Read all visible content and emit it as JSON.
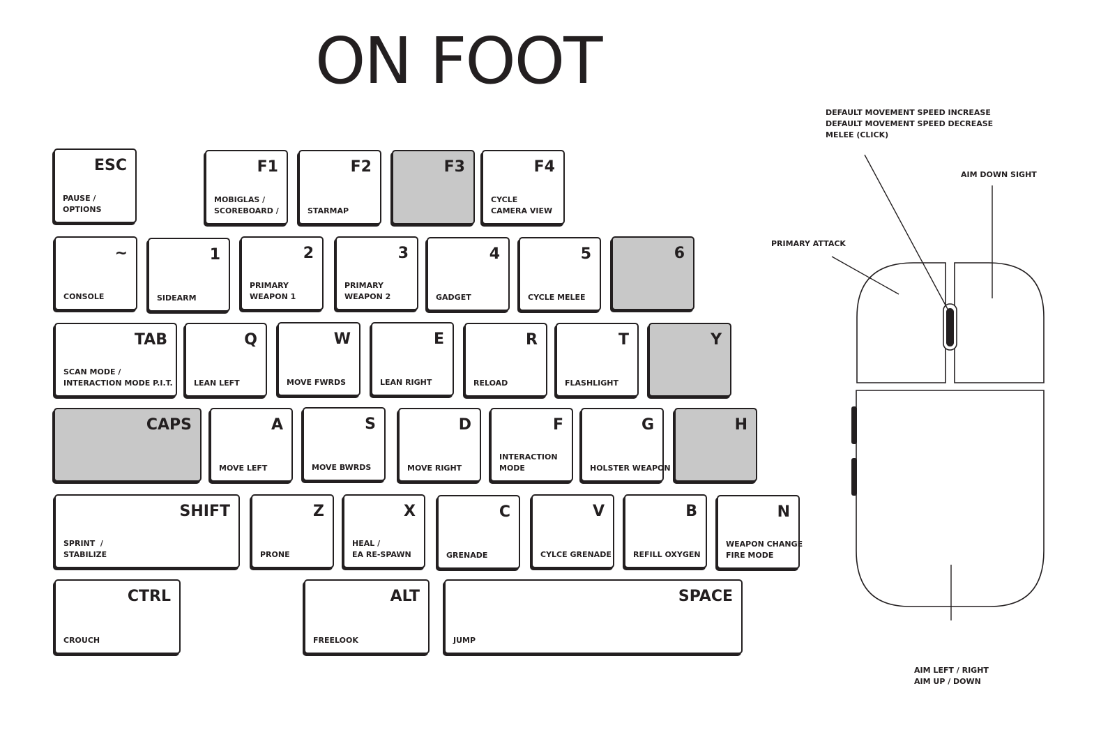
{
  "title": "ON FOOT",
  "keys": [
    {
      "label": "ESC",
      "action": "PAUSE /\nOPTIONS",
      "bound": true
    },
    {
      "label": "F1",
      "action": "MOBIGLAS /\nSCOREBOARD /",
      "bound": true
    },
    {
      "label": "F2",
      "action": "STARMAP",
      "bound": true
    },
    {
      "label": "F3",
      "action": "",
      "bound": false
    },
    {
      "label": "F4",
      "action": "CYCLE\nCAMERA VIEW",
      "bound": true
    },
    {
      "label": "~",
      "action": "CONSOLE",
      "bound": true
    },
    {
      "label": "1",
      "action": "SIDEARM",
      "bound": true
    },
    {
      "label": "2",
      "action": "PRIMARY\nWEAPON 1",
      "bound": true
    },
    {
      "label": "3",
      "action": "PRIMARY\nWEAPON 2",
      "bound": true
    },
    {
      "label": "4",
      "action": "GADGET",
      "bound": true
    },
    {
      "label": "5",
      "action": "CYCLE MELEE",
      "bound": true
    },
    {
      "label": "6",
      "action": "",
      "bound": false
    },
    {
      "label": "TAB",
      "action": "SCAN MODE /\nINTERACTION MODE P.I.T.",
      "bound": true
    },
    {
      "label": "Q",
      "action": "LEAN LEFT",
      "bound": true
    },
    {
      "label": "W",
      "action": "MOVE FWRDS",
      "bound": true
    },
    {
      "label": "E",
      "action": "LEAN RIGHT",
      "bound": true
    },
    {
      "label": "R",
      "action": "RELOAD",
      "bound": true
    },
    {
      "label": "T",
      "action": "FLASHLIGHT",
      "bound": true
    },
    {
      "label": "Y",
      "action": "",
      "bound": false
    },
    {
      "label": "CAPS",
      "action": "",
      "bound": false
    },
    {
      "label": "A",
      "action": "MOVE LEFT",
      "bound": true
    },
    {
      "label": "S",
      "action": "MOVE BWRDS",
      "bound": true
    },
    {
      "label": "D",
      "action": "MOVE RIGHT",
      "bound": true
    },
    {
      "label": "F",
      "action": "INTERACTION\nMODE",
      "bound": true
    },
    {
      "label": "G",
      "action": "HOLSTER WEAPON",
      "bound": true
    },
    {
      "label": "H",
      "action": "",
      "bound": false
    },
    {
      "label": "SHIFT",
      "action": "SPRINT  /\nSTABILIZE",
      "bound": true
    },
    {
      "label": "Z",
      "action": "PRONE",
      "bound": true
    },
    {
      "label": "X",
      "action": "HEAL /\nEA RE-SPAWN",
      "bound": true
    },
    {
      "label": "C",
      "action": "GRENADE",
      "bound": true
    },
    {
      "label": "V",
      "action": "CYLCE GRENADE",
      "bound": true
    },
    {
      "label": "B",
      "action": "REFILL OXYGEN",
      "bound": true
    },
    {
      "label": "N",
      "action": "WEAPON CHANGE\nFIRE MODE",
      "bound": true
    },
    {
      "label": "CTRL",
      "action": "CROUCH",
      "bound": true
    },
    {
      "label": "ALT",
      "action": "FREELOOK",
      "bound": true
    },
    {
      "label": "SPACE",
      "action": "JUMP",
      "bound": true
    }
  ],
  "mouse": {
    "wheel": "DEFAULT MOVEMENT SPEED INCREASE\nDEFAULT MOVEMENT SPEED DECREASE\nMELEE (CLICK)",
    "right_button": "AIM DOWN SIGHT",
    "left_button": "PRIMARY ATTACK",
    "movement": "AIM LEFT / RIGHT\nAIM UP / DOWN"
  },
  "colors": {
    "outline": "#231f20",
    "unbound_fill": "#c8c8c8",
    "key_fill": "#ffffff"
  }
}
